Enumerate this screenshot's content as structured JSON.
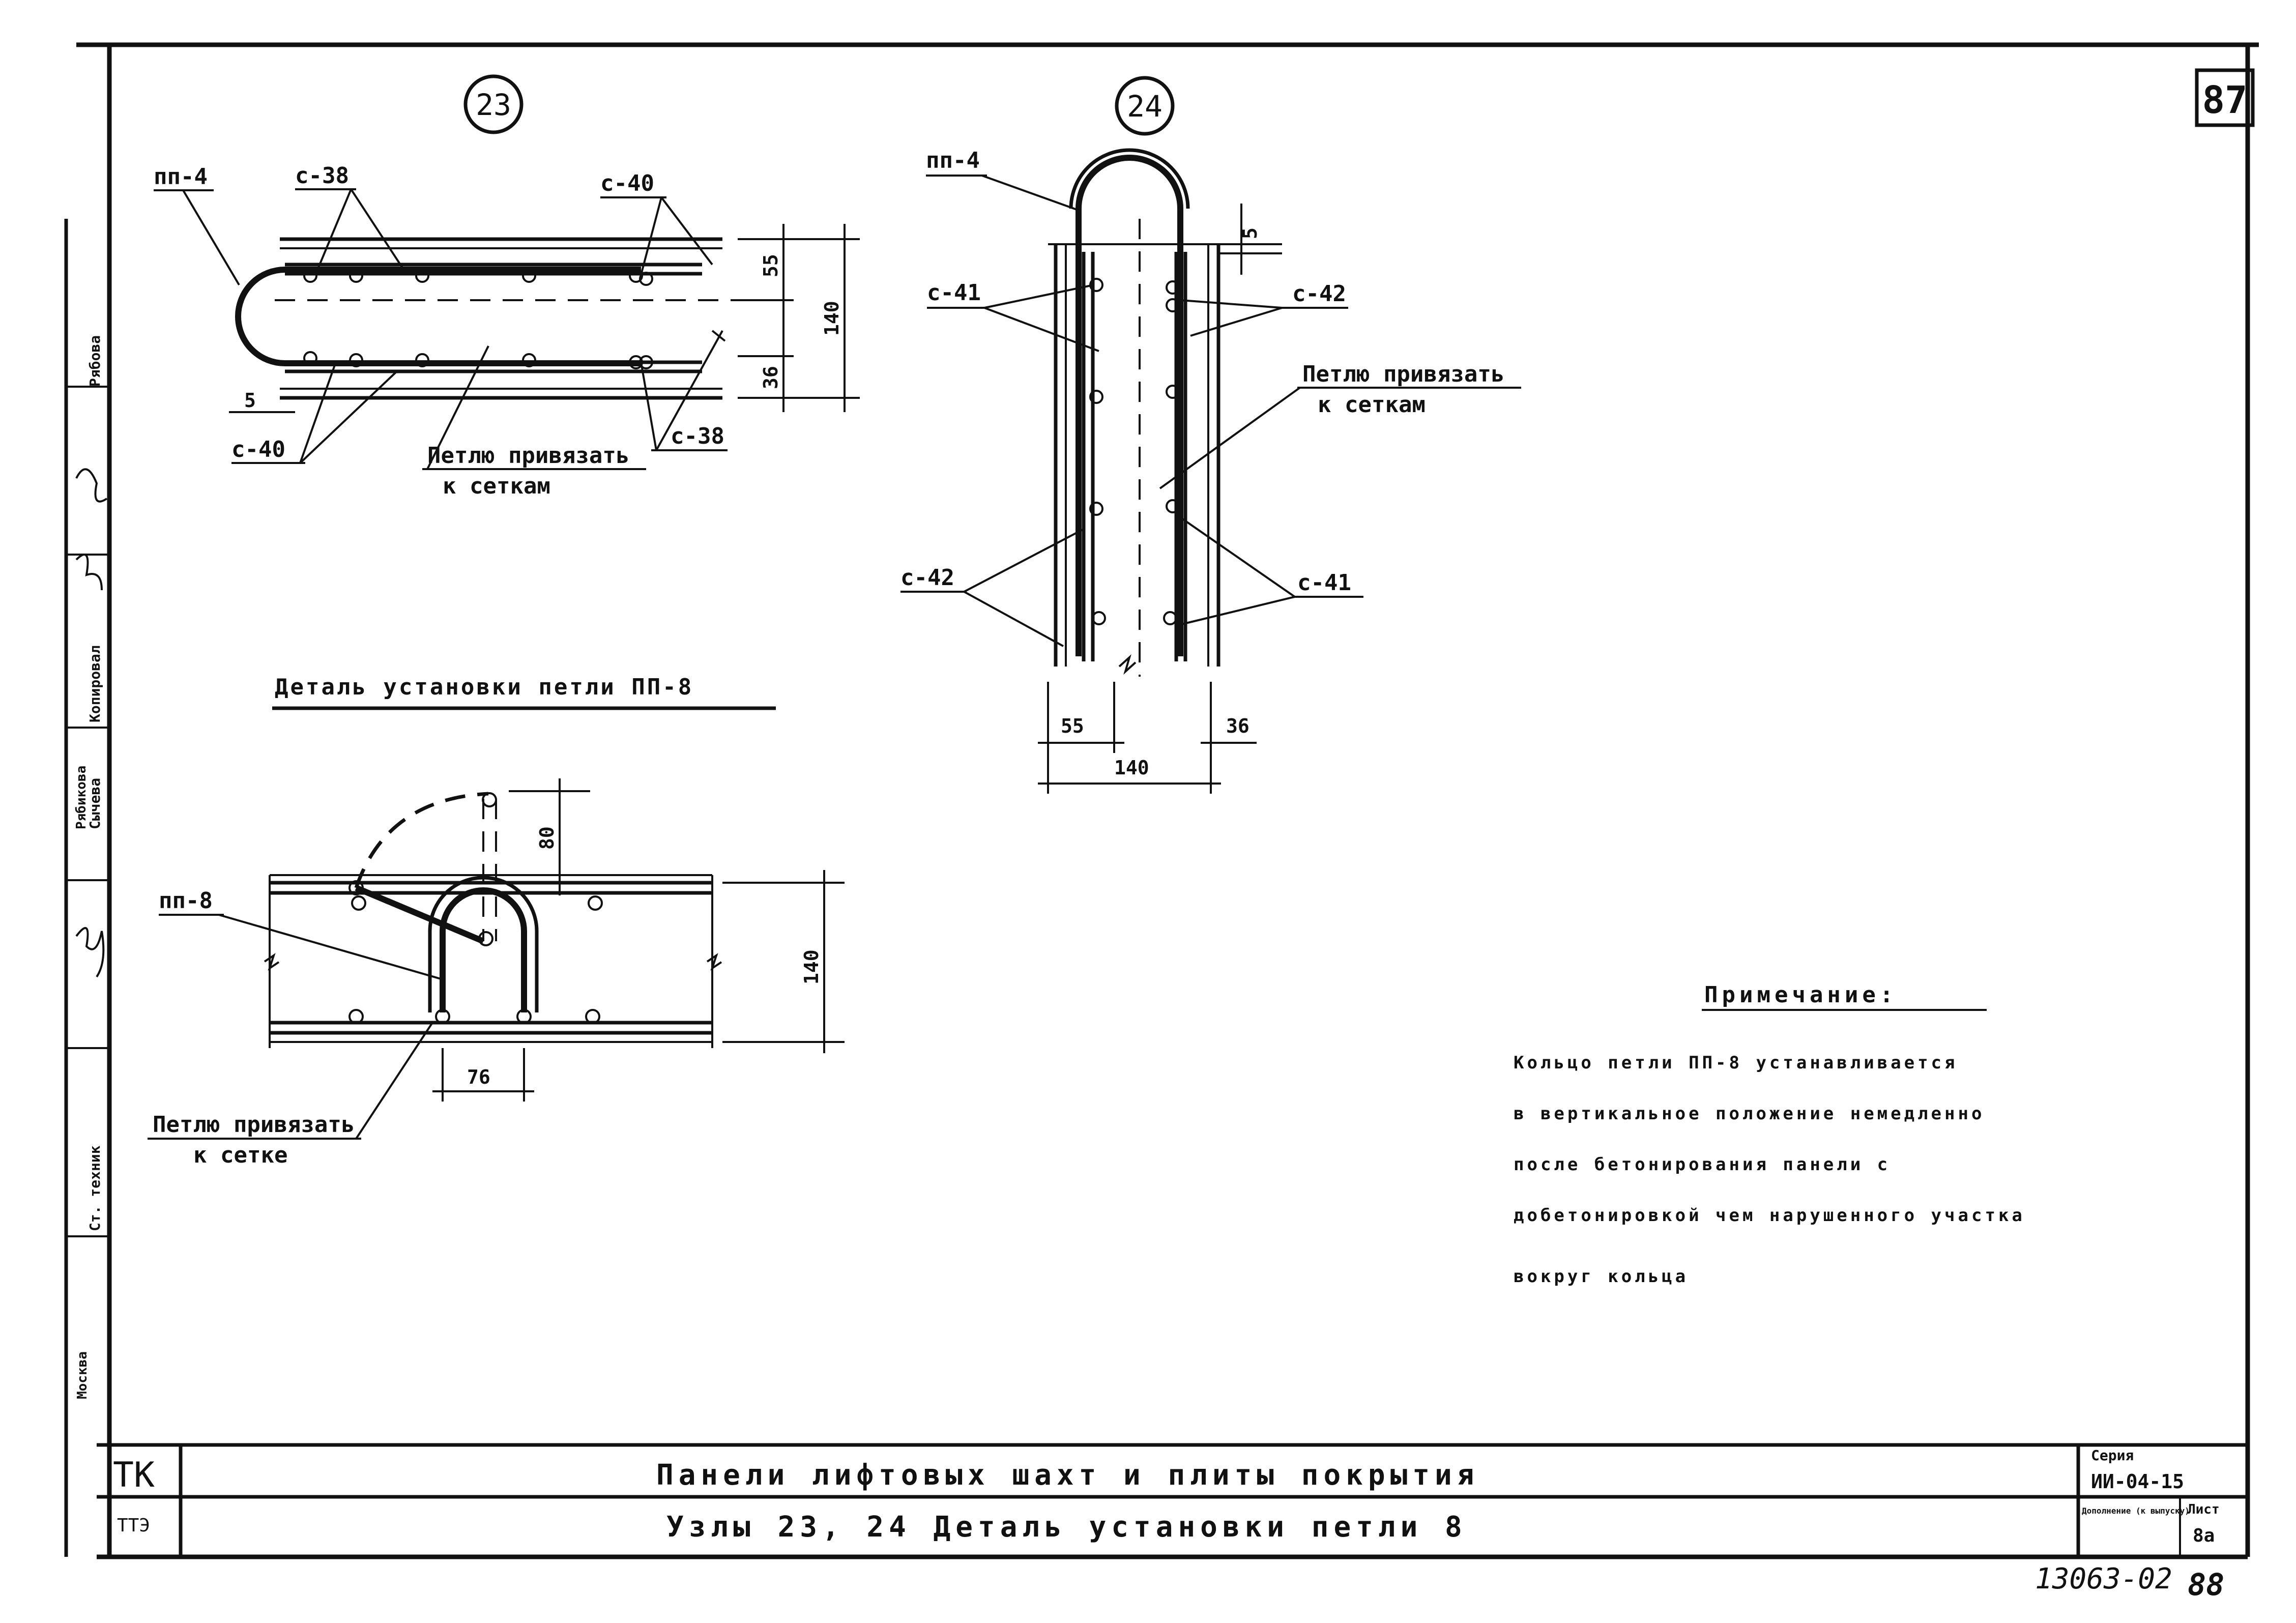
{
  "page_number": "87",
  "node_labels": [
    "23",
    "24"
  ],
  "node23": {
    "labels": {
      "pp4": "пп-4",
      "c38_top": "с-38",
      "c40_top": "с-40",
      "c40_bottom": "с-40",
      "c38_bottom": "с-38",
      "tie_line1": "Петлю привязать",
      "tie_line2": "к сеткам"
    },
    "dims": {
      "top": "55",
      "bottom": "36",
      "total": "140",
      "offset": "5"
    }
  },
  "node24": {
    "labels": {
      "pp4": "пп-4",
      "c41_left": "с-41",
      "c42_right": "с-42",
      "c42_left": "с-42",
      "c41_right": "с-41",
      "tie_line1": "Петлю привязать",
      "tie_line2": "к сеткам"
    },
    "dims": {
      "left": "55",
      "right": "36",
      "total": "140",
      "top": "5"
    }
  },
  "detail": {
    "title": "Деталь установки петли ПП-8",
    "pp8": "пп-8",
    "dims": {
      "height": "80",
      "thickness": "140",
      "width": "76"
    },
    "tie_line1": "Петлю привязать",
    "tie_line2": "к сетке"
  },
  "note": {
    "heading": "Примечание:",
    "lines": [
      "Кольцо петли ПП-8 устанавливается",
      "в вертикальное положение немедленно",
      "после бетонирования панели с",
      "добетонировкой чем нарушенного участка",
      "вокруг кольца"
    ]
  },
  "side_stamp": [
    "Рябова",
    "Копировал",
    "Рябикова",
    "Сычева",
    "Ст. техник",
    "Москва"
  ],
  "title_block": {
    "org": "ТК",
    "org_sub": "ТТЭ",
    "line1": "Панели лифтовых шахт и плиты покрытия",
    "line2": "Узлы 23, 24 Деталь установки петли 8",
    "series_label": "Серия",
    "series_value": "ИИ-04-15",
    "addition_label": "Дополнение (к выпуску)",
    "sheet_label": "Лист",
    "sheet_value": "8а"
  },
  "footer_stamp": "13063-02",
  "footer_num": "88"
}
